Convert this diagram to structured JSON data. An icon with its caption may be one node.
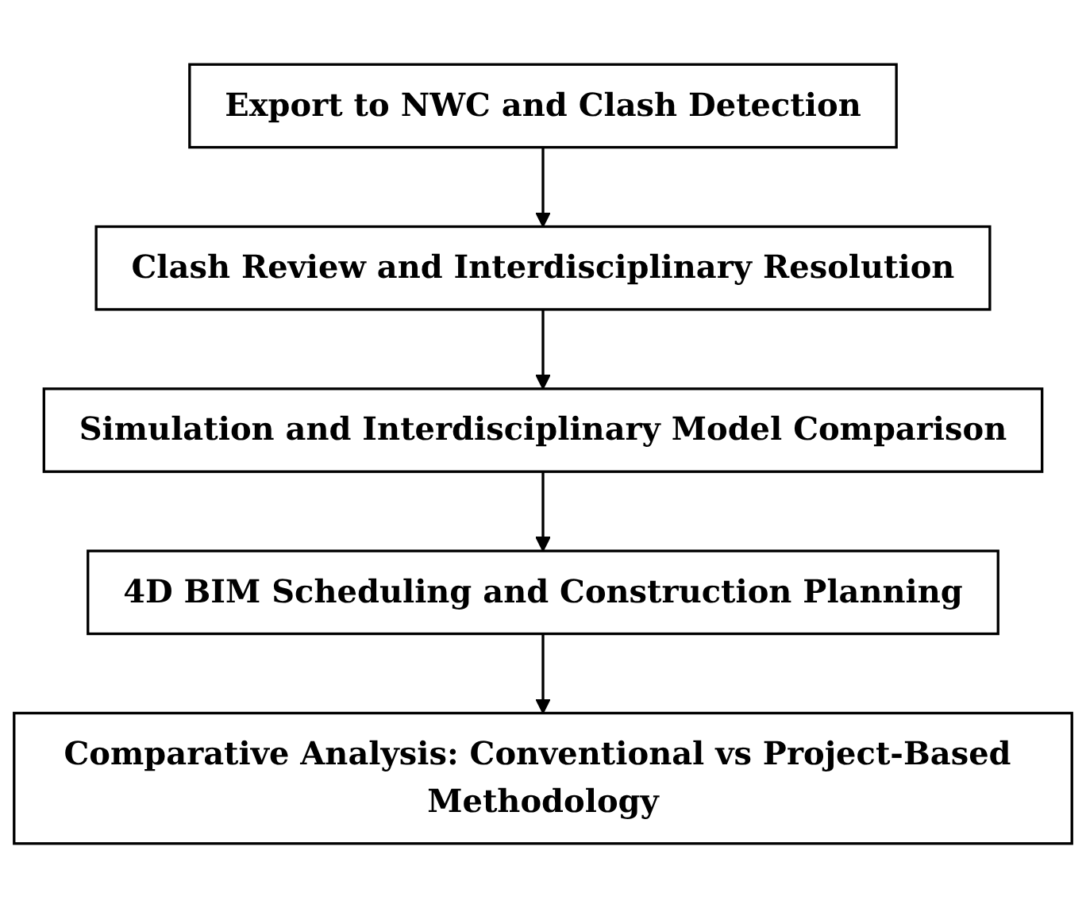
{
  "diagram": {
    "nodes": [
      {
        "text": [
          "Export to NWC and Clash Detection"
        ]
      },
      {
        "text": [
          "Clash Review and Interdisciplinary Resolution"
        ]
      },
      {
        "text": [
          "Simulation and Interdisciplinary Model Comparison"
        ]
      },
      {
        "text": [
          "4D BIM Scheduling and Construction Planning"
        ]
      },
      {
        "text": [
          "Comparative Analysis: Conventional vs Project-Based Methodology"
        ]
      }
    ],
    "edges": [
      {
        "from": 0,
        "to": 1,
        "arrow": "to"
      },
      {
        "from": 1,
        "to": 2,
        "arrow": "to"
      },
      {
        "from": 2,
        "to": 3,
        "arrow": "to"
      },
      {
        "from": 3,
        "to": 4,
        "arrow": "to"
      }
    ]
  }
}
